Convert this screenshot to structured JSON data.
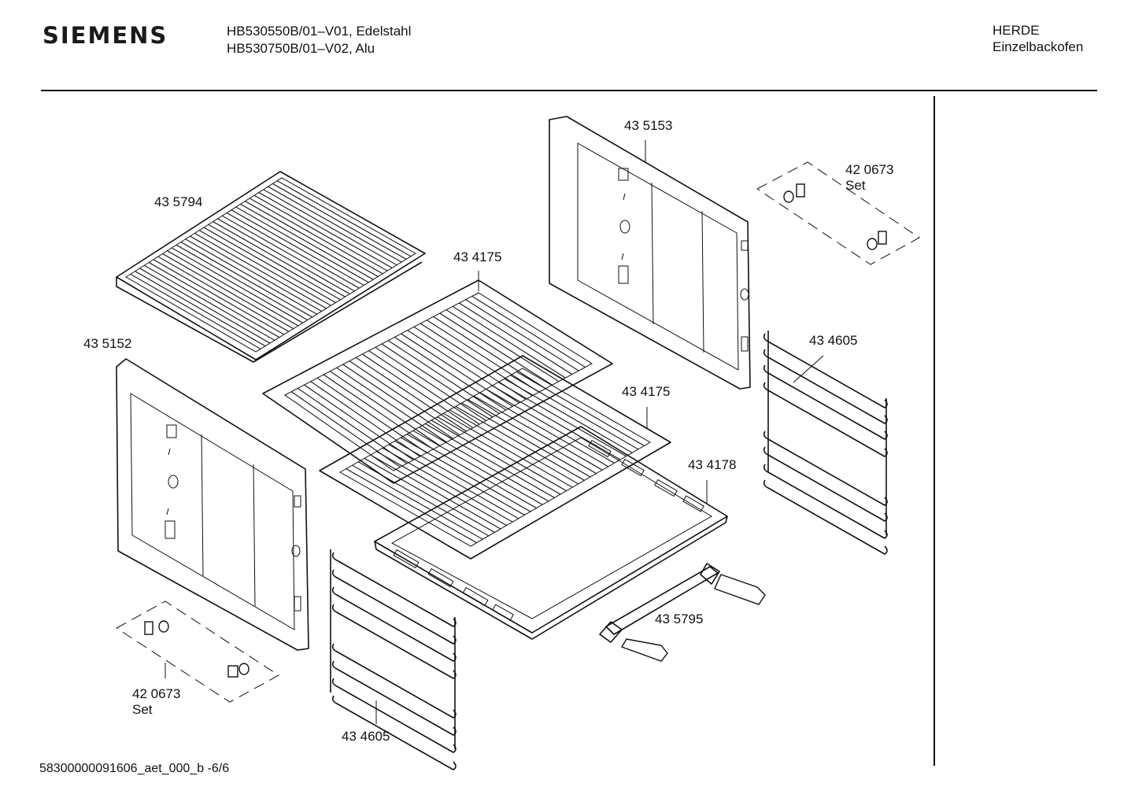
{
  "header": {
    "brand": "SIEMENS",
    "model_line_1": "HB530550B/01–V01, Edelstahl",
    "model_line_2": "HB530750B/01–V02, Alu",
    "category_line_1": "HERDE",
    "category_line_2": "Einzelbackofen"
  },
  "parts": {
    "rack_top": "43 5794",
    "side_left": "43 5152",
    "side_right": "43 5153",
    "shelf_upper": "43 4175",
    "shelf_lower": "43 4175",
    "tray": "43 4178",
    "rail_right": "43 4605",
    "rail_left": "43 4605",
    "handle": "43 5795",
    "set_right": {
      "number": "42 0673",
      "suffix": "Set"
    },
    "set_left": {
      "number": "42 0673",
      "suffix": "Set"
    }
  },
  "footer": {
    "doc_id": "58300000091606_aet_000_b -6/6"
  }
}
